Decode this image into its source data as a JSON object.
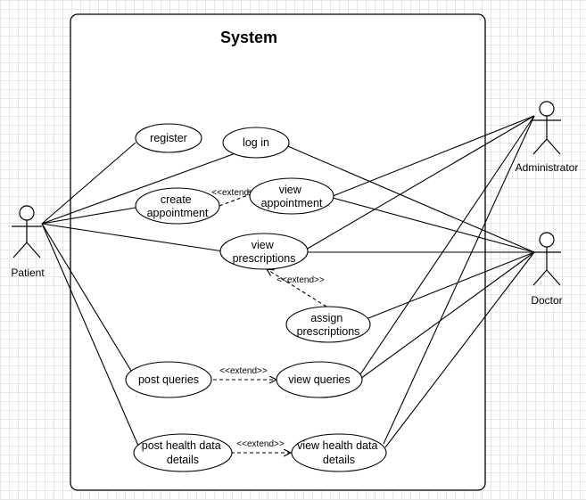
{
  "system": {
    "title": "System"
  },
  "actors": {
    "patient": "Patient",
    "administrator": "Administrator",
    "doctor": "Doctor"
  },
  "use_cases": {
    "register": [
      "register"
    ],
    "login": [
      "log in"
    ],
    "create_appointment": [
      "create",
      "appointment"
    ],
    "view_appointment": [
      "view",
      "appointment"
    ],
    "view_prescriptions": [
      "view",
      "prescriptions"
    ],
    "assign_prescriptions": [
      "assign",
      "prescriptions"
    ],
    "post_queries": [
      "post queries"
    ],
    "view_queries": [
      "view queries"
    ],
    "post_health_data": [
      "post health data",
      "details"
    ],
    "view_health_data": [
      "view health data",
      "details"
    ]
  },
  "relations": {
    "extend_label": "<<extend>>"
  }
}
